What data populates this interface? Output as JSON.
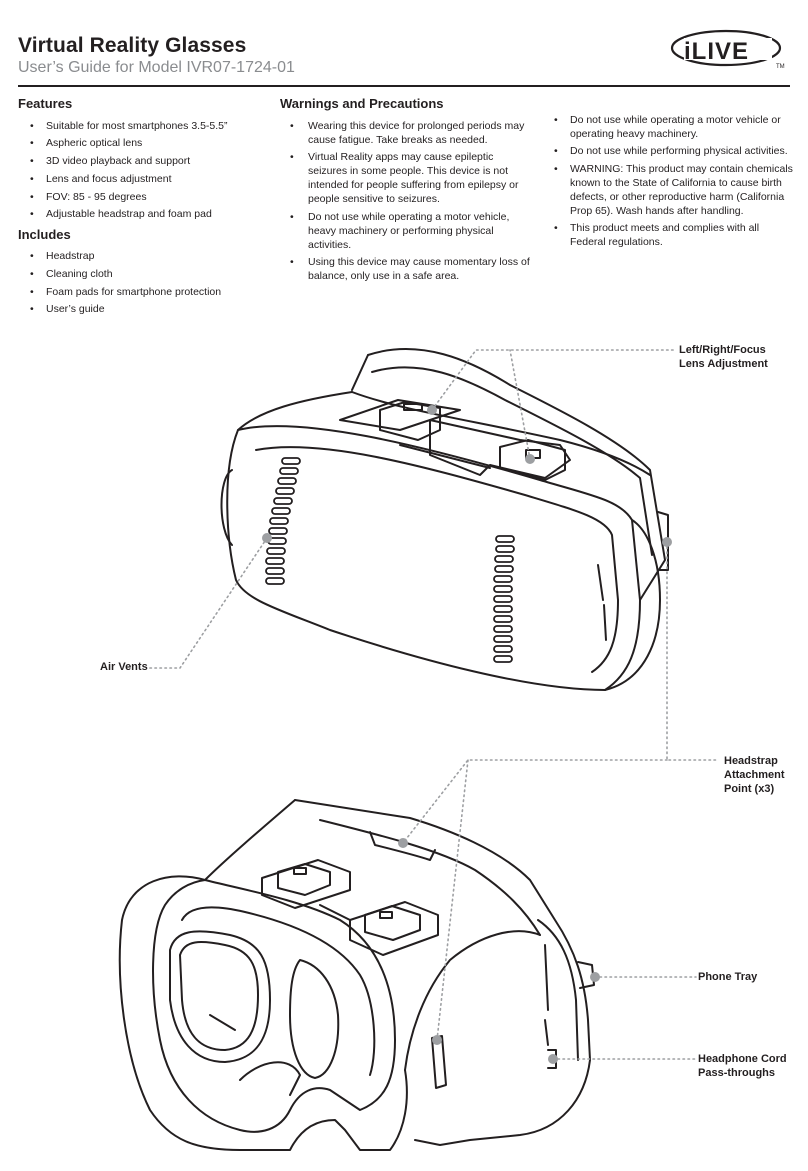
{
  "header": {
    "title": "Virtual Reality Glasses",
    "subtitle": "User’s Guide for Model IVR07-1724-01",
    "logo_text": "iLIVE",
    "logo_tm": "TM"
  },
  "features": {
    "heading": "Features",
    "items": [
      "Suitable for most smartphones 3.5-5.5”",
      "Aspheric optical lens",
      "3D video playback and support",
      "Lens and focus adjustment",
      "FOV: 85 - 95 degrees",
      "Adjustable headstrap and foam pad"
    ]
  },
  "includes": {
    "heading": "Includes",
    "items": [
      "Headstrap",
      "Cleaning cloth",
      "Foam pads for smartphone protection",
      "User’s guide"
    ]
  },
  "warnings": {
    "heading": "Warnings and Precautions",
    "col1": [
      "Wearing this device for prolonged periods may cause fatigue. Take breaks as needed.",
      "Virtual Reality apps may cause epileptic seizures in some people. This device is not intended for people suffering from epilepsy or people sensitive to seizures.",
      "Do not use while operating a motor vehicle, heavy machinery or performing physical activities.",
      "Using this device may cause momentary loss of balance, only use in a safe area."
    ],
    "col2": [
      "Do not use while operating a motor vehicle or operating heavy machinery.",
      "Do not use while performing physical activities.",
      "WARNING: This product may contain chemicals known to the State of California to cause birth defects, or other reproductive harm (California Prop 65). Wash hands after handling.",
      "This product meets and complies with all Federal regulations."
    ]
  },
  "callouts": {
    "lens": [
      "Left/Right/Focus",
      "Lens Adjustment"
    ],
    "vents": [
      "Air Vents"
    ],
    "headstrap": [
      "Headstrap",
      "Attachment",
      "Point (x3)"
    ],
    "phone_tray": [
      "Phone Tray"
    ],
    "headphone": [
      "Headphone Cord",
      "Pass-throughs"
    ]
  },
  "colors": {
    "text": "#231f20",
    "subtitle": "#8a8c8f",
    "callout_dot": "#9d9fa2"
  }
}
